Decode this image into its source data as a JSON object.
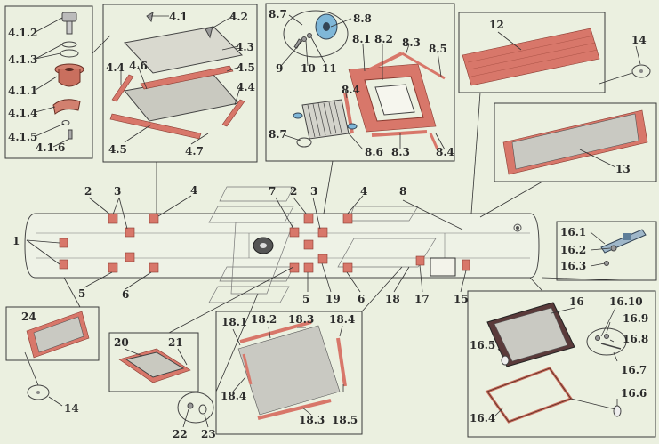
{
  "labels": {
    "l_4_1_2": "4.1.2",
    "l_4_1_3": "4.1.3",
    "l_4_1_1": "4.1.1",
    "l_4_1_4": "4.1.4",
    "l_4_1_5": "4.1.5",
    "l_4_1_6": "4.1.6",
    "l_4_1": "4.1",
    "l_4_2": "4.2",
    "l_4_3": "4.3",
    "l_4_4a": "4.4",
    "l_4_6": "4.6",
    "l_4_5a": "4.5",
    "l_4_4b": "4.4",
    "l_4_5b": "4.5",
    "l_4_7": "4.7",
    "l_8_7a": "8.7",
    "l_8_8": "8.8",
    "l_8_1": "8.1",
    "l_8_2": "8.2",
    "l_8_3a": "8.3",
    "l_8_5": "8.5",
    "l_9": "9",
    "l_10": "10",
    "l_11": "11",
    "l_8_4a": "8.4",
    "l_8_7b": "8.7",
    "l_8_6": "8.6",
    "l_8_3b": "8.3",
    "l_8_4b": "8.4",
    "l_12": "12",
    "l_14a": "14",
    "l_13": "13",
    "l_2a": "2",
    "l_3a": "3",
    "l_4a": "4",
    "l_1": "1",
    "l_5a": "5",
    "l_6a": "6",
    "l_7": "7",
    "l_2b": "2",
    "l_3b": "3",
    "l_4b": "4",
    "l_8": "8",
    "l_5b": "5",
    "l_19": "19",
    "l_6b": "6",
    "l_18": "18",
    "l_17": "17",
    "l_15": "15",
    "l_16_1": "16.1",
    "l_16_2": "16.2",
    "l_16_3": "16.3",
    "l_24": "24",
    "l_14b": "14",
    "l_20": "20",
    "l_21": "21",
    "l_22": "22",
    "l_23": "23",
    "l_18_1": "18.1",
    "l_18_2": "18.2",
    "l_18_3a": "18.3",
    "l_18_4a": "18.4",
    "l_18_4b": "18.4",
    "l_18_3b": "18.3",
    "l_18_5": "18.5",
    "l_16": "16",
    "l_16_10": "16.10",
    "l_16_9": "16.9",
    "l_16_8": "16.8",
    "l_16_5": "16.5",
    "l_16_7": "16.7",
    "l_16_4": "16.4",
    "l_16_6": "16.6"
  },
  "colors": {
    "background": "#ebf0e0",
    "pad": "#d8776a",
    "line": "#333333"
  }
}
